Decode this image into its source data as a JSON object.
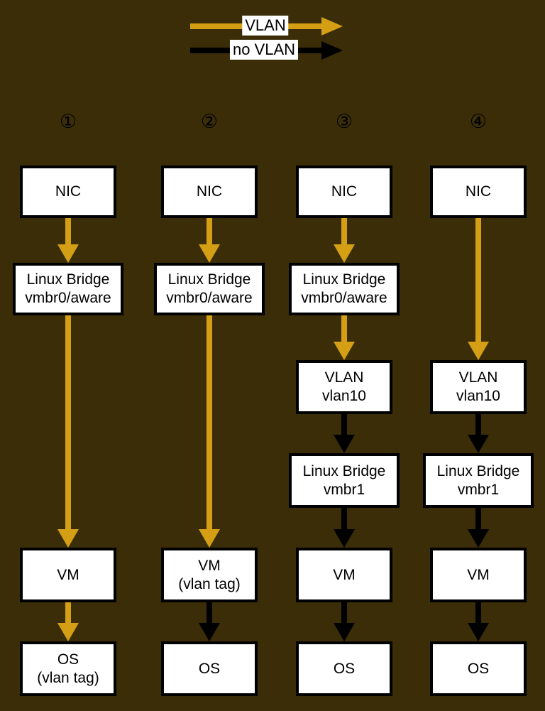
{
  "colors": {
    "background": "#3a2d08",
    "vlan_arrow": "#d49f15",
    "no_vlan_arrow": "#000000",
    "box_fill": "#ffffff",
    "box_border": "#000000"
  },
  "legend": {
    "items": [
      {
        "label": "VLAN",
        "type": "vlan"
      },
      {
        "label": "no VLAN",
        "type": "no_vlan"
      }
    ]
  },
  "columns": [
    {
      "number": "①",
      "nodes": [
        {
          "line1": "NIC"
        },
        {
          "line1": "Linux Bridge",
          "line2": "vmbr0/aware"
        },
        {
          "line1": "VM"
        },
        {
          "line1": "OS",
          "line2": "(vlan tag)"
        }
      ],
      "edges": [
        {
          "from": "NIC",
          "to": "Linux Bridge vmbr0/aware",
          "type": "vlan"
        },
        {
          "from": "Linux Bridge vmbr0/aware",
          "to": "VM",
          "type": "vlan"
        },
        {
          "from": "VM",
          "to": "OS (vlan tag)",
          "type": "vlan"
        }
      ]
    },
    {
      "number": "②",
      "nodes": [
        {
          "line1": "NIC"
        },
        {
          "line1": "Linux Bridge",
          "line2": "vmbr0/aware"
        },
        {
          "line1": "VM",
          "line2": "(vlan tag)"
        },
        {
          "line1": "OS"
        }
      ],
      "edges": [
        {
          "from": "NIC",
          "to": "Linux Bridge vmbr0/aware",
          "type": "vlan"
        },
        {
          "from": "Linux Bridge vmbr0/aware",
          "to": "VM (vlan tag)",
          "type": "vlan"
        },
        {
          "from": "VM (vlan tag)",
          "to": "OS",
          "type": "no_vlan"
        }
      ]
    },
    {
      "number": "③",
      "nodes": [
        {
          "line1": "NIC"
        },
        {
          "line1": "Linux Bridge",
          "line2": "vmbr0/aware"
        },
        {
          "line1": "VLAN",
          "line2": "vlan10"
        },
        {
          "line1": "Linux Bridge",
          "line2": "vmbr1"
        },
        {
          "line1": "VM"
        },
        {
          "line1": "OS"
        }
      ],
      "edges": [
        {
          "from": "NIC",
          "to": "Linux Bridge vmbr0/aware",
          "type": "vlan"
        },
        {
          "from": "Linux Bridge vmbr0/aware",
          "to": "VLAN vlan10",
          "type": "vlan"
        },
        {
          "from": "VLAN vlan10",
          "to": "Linux Bridge vmbr1",
          "type": "no_vlan"
        },
        {
          "from": "Linux Bridge vmbr1",
          "to": "VM",
          "type": "no_vlan"
        },
        {
          "from": "VM",
          "to": "OS",
          "type": "no_vlan"
        }
      ]
    },
    {
      "number": "④",
      "nodes": [
        {
          "line1": "NIC"
        },
        {
          "line1": "VLAN",
          "line2": "vlan10"
        },
        {
          "line1": "Linux Bridge",
          "line2": "vmbr1"
        },
        {
          "line1": "VM"
        },
        {
          "line1": "OS"
        }
      ],
      "edges": [
        {
          "from": "NIC",
          "to": "VLAN vlan10",
          "type": "vlan"
        },
        {
          "from": "VLAN vlan10",
          "to": "Linux Bridge vmbr1",
          "type": "no_vlan"
        },
        {
          "from": "Linux Bridge vmbr1",
          "to": "VM",
          "type": "no_vlan"
        },
        {
          "from": "VM",
          "to": "OS",
          "type": "no_vlan"
        }
      ]
    }
  ]
}
